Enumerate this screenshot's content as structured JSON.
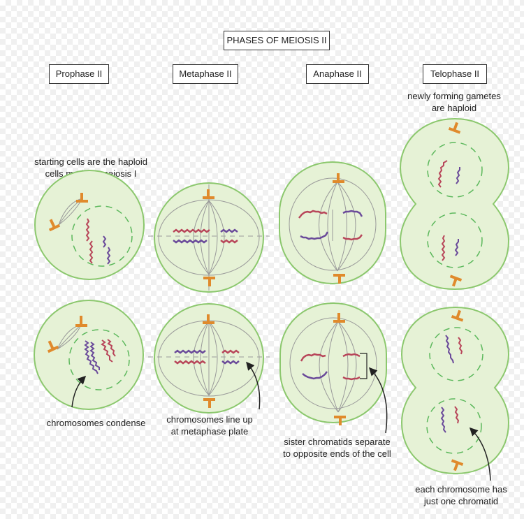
{
  "title": "PHASES OF MEIOSIS II",
  "phases": [
    {
      "label": "Prophase II"
    },
    {
      "label": "Metaphase II"
    },
    {
      "label": "Anaphase II"
    },
    {
      "label": "Telophase II"
    }
  ],
  "notes": {
    "telophase_top": [
      "newly forming gametes",
      "are haploid"
    ],
    "prophase_top": [
      "starting cells are the haploid",
      "cells made in meiosis I"
    ],
    "prophase_bottom": "chromosomes condense",
    "metaphase_bottom": [
      "chromosomes line up",
      "at metaphase plate"
    ],
    "anaphase_bottom": [
      "sister chromatids separate",
      "to opposite ends of the cell"
    ],
    "telophase_bottom": [
      "each chromosome has",
      "just one chromatid"
    ]
  },
  "colors": {
    "cell_fill": "#e6f2d6",
    "cell_stroke": "#8cc86e",
    "nuclear_envelope": "#5cb85c",
    "spindle": "#9a9a9a",
    "centrosome": "#e08a2c",
    "chromosome_red": "#b8465a",
    "chromosome_purple": "#6a4a9a"
  }
}
